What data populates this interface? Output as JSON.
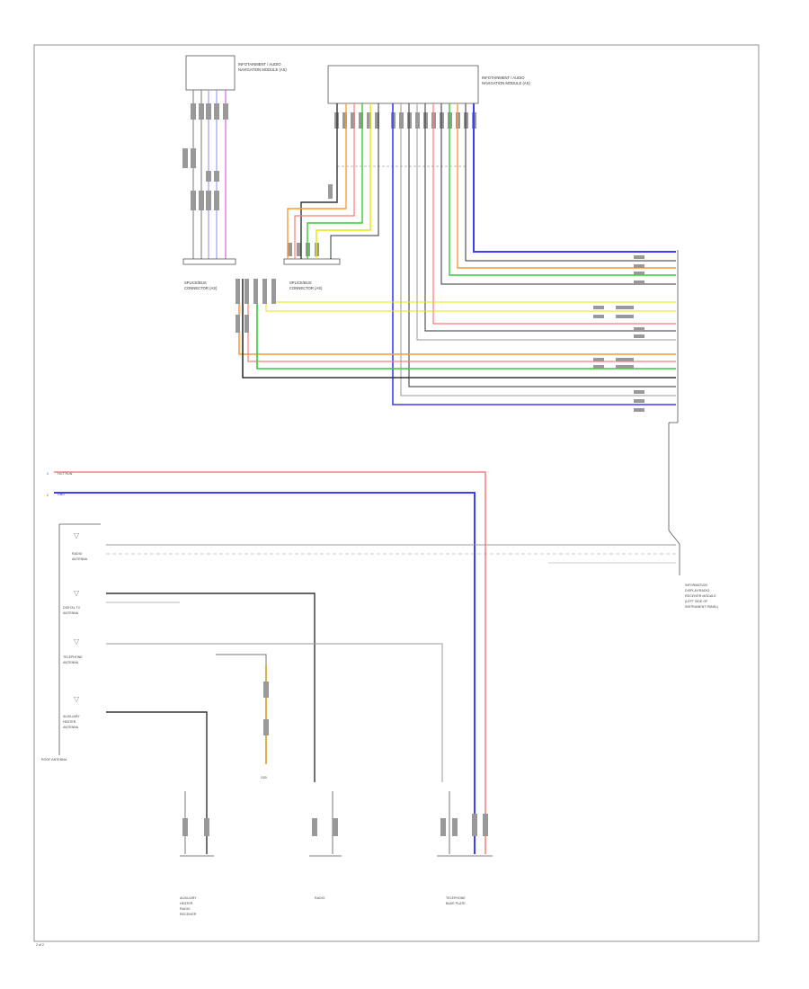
{
  "connectors": {
    "top_left": {
      "line1": "INFOTAINMENT / AUDIO",
      "line2": "NAVIGATION MODULE (AS)"
    },
    "top_right": {
      "line1": "INFOTAINMENT / AUDIO",
      "line2": "NAVIGATION MODULE (AS)"
    },
    "mid_left": {
      "line1": "SPLICE/BUS",
      "line2": "CONNECTOR (AS)"
    },
    "mid_center": {
      "line1": "SPLICE/BUS",
      "line2": "CONNECTOR (AS)"
    },
    "right_module": {
      "line1": "INFORMATION",
      "line2": "DISPLAY/RADIO",
      "line3": "RECEIVER MODULE",
      "line4": "(LEFT SIDE OF",
      "line5": "INSTRUMENT PANEL)"
    }
  },
  "antennas": [
    {
      "line1": "RADIO",
      "line2": "ANTENNA"
    },
    {
      "line1": "DIGITAL TV",
      "line2": "ANTENNA"
    },
    {
      "line1": "TELEPHONE",
      "line2": "ANTENNA"
    },
    {
      "line1": "AUXILIARY",
      "line2": "HEATER",
      "line3": "ANTENNA"
    }
  ],
  "roof_antenna": "ROOF ANTENNA",
  "bottom_components": {
    "aux_heater": {
      "line1": "AUXILIARY",
      "line2": "HEATER",
      "line3": "RADIO",
      "line4": "RECEIVER"
    },
    "radio": {
      "line1": "RADIO"
    },
    "telephone": {
      "line1": "TELEPHONE",
      "line2": "BASE PLATE"
    }
  },
  "power_feeds": {
    "hot": "HOT RUN",
    "ground": "GND"
  },
  "ground_label": "G00",
  "page_tag": "2 of 2",
  "wire_colors": {
    "blue": "#3d3dff",
    "red": "#ff7a7a",
    "green": "#33cc33",
    "yellow": "#e6e600",
    "orange": "#ff9933",
    "violet": "#a020f0",
    "pink": "#e060e0",
    "black": "#333333",
    "gray": "#999999"
  }
}
